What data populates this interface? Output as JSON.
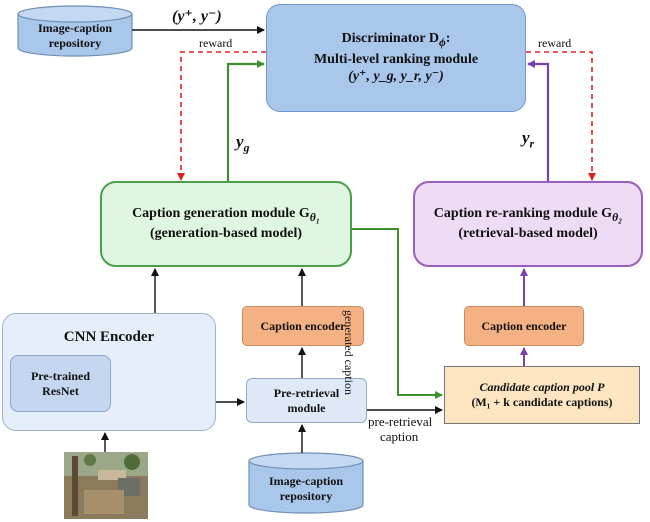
{
  "repo_top": {
    "label_line1": "Image-caption",
    "label_line2": "repository"
  },
  "repo_bottom": {
    "label_line1": "Image-caption",
    "label_line2": "repository"
  },
  "discriminator": {
    "title": "Discriminator D",
    "title_sub": "ϕ",
    "line2": "Multi-level ranking module",
    "line3": "(y⁺, y_g, y_r, y⁻)"
  },
  "generation": {
    "title": "Caption generation module  G",
    "title_sub": "θ₁",
    "subtitle": "(generation-based model)"
  },
  "reranking": {
    "title": "Caption re-ranking module  G",
    "title_sub": "θ₂",
    "subtitle": "(retrieval-based model)"
  },
  "cnn": {
    "title": "CNN Encoder",
    "resnet_line1": "Pre-trained",
    "resnet_line2": "ResNet"
  },
  "caption_encoder_left": "Caption encoder",
  "caption_encoder_right": "Caption encoder",
  "pre_retrieval": {
    "line1": "Pre-retrieval",
    "line2": "module"
  },
  "candidate_pool": {
    "line1": "Candidate caption pool P",
    "line2": "(M₁ + k candidate captions)"
  },
  "edge_labels": {
    "pair": "(y⁺, y⁻)",
    "reward_left": "reward",
    "reward_right": "reward",
    "yg": "y",
    "yg_sub": "g",
    "yr": "y",
    "yr_sub": "r",
    "generated_caption": "generated caption",
    "pre_retrieval_caption_1": "pre-retrieval",
    "pre_retrieval_caption_2": "caption"
  },
  "colors": {
    "discriminator_fill": "#a9c7ea",
    "generation_fill": "#dff7e1",
    "generation_arrow": "#3d8f2f",
    "reranking_fill": "#eedcf6",
    "reranking_arrow": "#7a3fb0",
    "reward_arrow": "#e02020",
    "encoder_fill": "#f4b183",
    "pool_fill": "#fce5c0",
    "repo_fill": "#a9c7ea"
  }
}
